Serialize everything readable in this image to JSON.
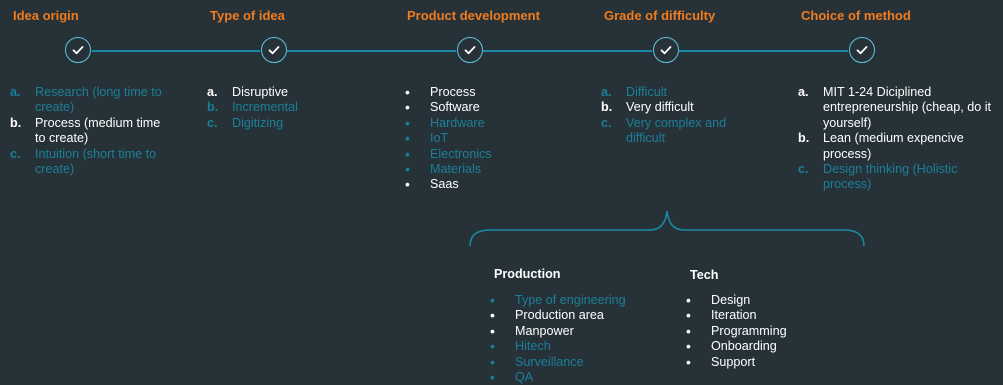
{
  "colors": {
    "background": "#263238",
    "title": "#f07c1e",
    "connector": "#1c8aa6",
    "node_ring": "#5fc3da",
    "text_active": "#ffffff",
    "text_inactive": "#1c7f99"
  },
  "steps": [
    {
      "title": "Idea origin",
      "icon": "check-icon",
      "list_style": "alpha",
      "items": [
        {
          "marker": "a.",
          "text": "Research (long time to create)",
          "active": false
        },
        {
          "marker": "b.",
          "text": "Process (medium time to create)",
          "active": true
        },
        {
          "marker": "c.",
          "text": "Intuition (short time to create)",
          "active": false
        }
      ]
    },
    {
      "title": "Type of idea",
      "icon": "check-icon",
      "list_style": "alpha",
      "items": [
        {
          "marker": "a.",
          "text": "Disruptive",
          "active": true
        },
        {
          "marker": "b.",
          "text": "Incremental",
          "active": false
        },
        {
          "marker": "c.",
          "text": "Digitizing",
          "active": false
        }
      ]
    },
    {
      "title": "Product development",
      "icon": "check-icon",
      "list_style": "bullet",
      "items": [
        {
          "marker": "•",
          "text": "Process",
          "active": true
        },
        {
          "marker": "•",
          "text": "Software",
          "active": true
        },
        {
          "marker": "•",
          "text": "Hardware",
          "active": false
        },
        {
          "marker": "•",
          "text": "IoT",
          "active": false
        },
        {
          "marker": "•",
          "text": "Electronics",
          "active": false
        },
        {
          "marker": "•",
          "text": "Materials",
          "active": false
        },
        {
          "marker": "•",
          "text": "Saas",
          "active": true
        }
      ]
    },
    {
      "title": "Grade of difficulty",
      "icon": "check-icon",
      "list_style": "alpha",
      "items": [
        {
          "marker": "a.",
          "text": "Difficult",
          "active": false
        },
        {
          "marker": "b.",
          "text": "Very difficult",
          "active": true
        },
        {
          "marker": "c.",
          "text": "Very complex and difficult",
          "active": false
        }
      ]
    },
    {
      "title": "Choice of method",
      "icon": "check-icon",
      "list_style": "alpha",
      "items": [
        {
          "marker": "a.",
          "text": "MIT 1-24 Diciplined entrepreneurship  (cheap, do it yourself)",
          "active": true
        },
        {
          "marker": "b.",
          "text": "Lean (medium expencive process)",
          "active": true
        },
        {
          "marker": "c.",
          "text": "Design thinking (Holistic process)",
          "active": false
        }
      ]
    }
  ],
  "breakdown": [
    {
      "title": "Production",
      "items": [
        {
          "marker": "•",
          "text": "Type of engineering",
          "active": false
        },
        {
          "marker": "•",
          "text": "Production area",
          "active": true
        },
        {
          "marker": "•",
          "text": "Manpower",
          "active": true
        },
        {
          "marker": "•",
          "text": "Hitech",
          "active": false
        },
        {
          "marker": "•",
          "text": "Surveillance",
          "active": false
        },
        {
          "marker": "•",
          "text": "QA",
          "active": false
        }
      ]
    },
    {
      "title": "Tech",
      "items": [
        {
          "marker": "•",
          "text": "Design",
          "active": true
        },
        {
          "marker": "•",
          "text": "Iteration",
          "active": true
        },
        {
          "marker": "•",
          "text": "Programming",
          "active": true
        },
        {
          "marker": "•",
          "text": "Onboarding",
          "active": true
        },
        {
          "marker": "•",
          "text": "Support",
          "active": true
        }
      ]
    }
  ]
}
